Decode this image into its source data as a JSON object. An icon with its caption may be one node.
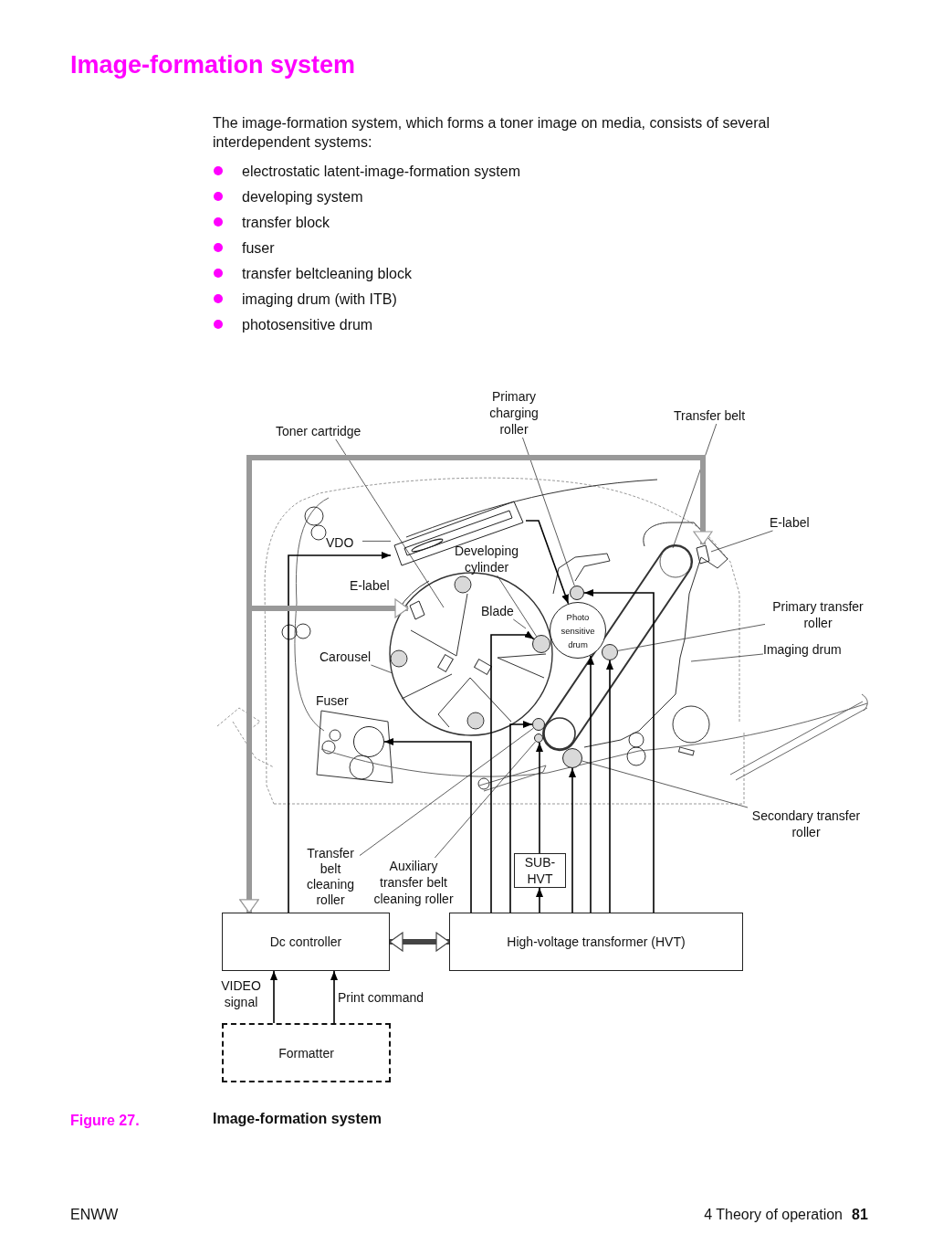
{
  "diagram": {
    "title": "Image-formation system",
    "caption": "Image-formation system",
    "nodes": [
      {
        "text": [
          "Primary charging roller"
        ]
      },
      {
        "text": [
          "Transfer belt"
        ]
      },
      {
        "text": [
          "Toner cartridge"
        ]
      },
      {
        "text": [
          "E-label"
        ]
      },
      {
        "text": [
          "VDO"
        ]
      },
      {
        "text": [
          "Developing cylinder"
        ]
      },
      {
        "text": [
          "Primary transfer roller"
        ]
      },
      {
        "text": [
          "Blade"
        ]
      },
      {
        "text": [
          "Photo sensitive drum"
        ]
      },
      {
        "text": [
          "Imaging drum"
        ]
      },
      {
        "text": [
          "Carousel"
        ]
      },
      {
        "text": [
          "Secondary transfer roller"
        ]
      },
      {
        "text": [
          "Transfer belt cleaning roller"
        ]
      },
      {
        "text": [
          "Auxiliary transfer belt cleaning roller"
        ]
      },
      {
        "text": [
          "SUB-HVT"
        ]
      },
      {
        "text": [
          "Dc controller"
        ]
      },
      {
        "text": [
          "High-voltage transformer (HVT)"
        ]
      },
      {
        "text": [
          "Formatter"
        ]
      },
      {
        "text": [],
        "shape": "box"
      },
      {
        "text": [],
        "shape": "box"
      },
      {
        "text": [],
        "shape": "circle"
      },
      {
        "text": [],
        "shape": "circle"
      },
      {
        "text": [],
        "shape": "circle"
      },
      {
        "text": [],
        "shape": "box"
      },
      {
        "text": [],
        "shape": "circle"
      },
      {
        "text": [],
        "shape": "circle"
      },
      {
        "text": [],
        "shape": "circle"
      },
      {
        "text": [],
        "shape": "circle"
      }
    ],
    "edges": [
      {
        "from": 0,
        "to": 20,
        "arrow": "none"
      },
      {
        "from": 1,
        "to": null,
        "arrow": "none"
      },
      {
        "from": 2,
        "to": null,
        "arrow": "none"
      },
      {
        "from": 3,
        "to": 23,
        "arrow": "none"
      },
      {
        "from": 4,
        "to": 18,
        "arrow": "none"
      },
      {
        "from": 5,
        "to": 21,
        "arrow": "none"
      },
      {
        "from": 6,
        "to": 22,
        "arrow": "none"
      },
      {
        "from": 7,
        "to": null,
        "arrow": "none"
      },
      {
        "from": 9,
        "to": null,
        "arrow": "none"
      },
      {
        "from": 10,
        "to": null,
        "arrow": "none"
      },
      {
        "from": 11,
        "to": 27,
        "arrow": "none"
      },
      {
        "from": 12,
        "to": 25,
        "arrow": "none"
      },
      {
        "from": 13,
        "to": 26,
        "arrow": "none"
      },
      {
        "from": 15,
        "to": 18,
        "arrow": "to"
      },
      {
        "from": 17,
        "to": 15,
        "arrow": "to",
        "label": "VIDEO signal"
      },
      {
        "from": 17,
        "to": 15,
        "arrow": "to",
        "label": "Print command"
      },
      {
        "from": 15,
        "to": 16,
        "arrow": "both",
        "style": "thick"
      },
      {
        "from": 15,
        "to": 23,
        "arrow": "both",
        "style": "thick",
        "color": "#999999"
      },
      {
        "from": 15,
        "to": 19,
        "arrow": "both",
        "style": "thick",
        "color": "#999999"
      },
      {
        "from": 16,
        "to": 24,
        "arrow": "to"
      },
      {
        "from": 16,
        "to": 21,
        "arrow": "to"
      },
      {
        "from": 16,
        "to": 25,
        "arrow": "to"
      },
      {
        "from": 16,
        "to": 14,
        "arrow": "to"
      },
      {
        "from": 14,
        "to": 26,
        "arrow": "to"
      },
      {
        "from": 16,
        "to": 27,
        "arrow": "to"
      },
      {
        "from": 16,
        "to": 8,
        "arrow": "to"
      },
      {
        "from": 16,
        "to": 22,
        "arrow": "to"
      },
      {
        "from": 16,
        "to": 20,
        "arrow": "to"
      },
      {
        "from": 18,
        "to": 8,
        "arrow": "to"
      }
    ],
    "labels": [
      "The image-formation system, which forms a toner image on media, consists of several interdependent systems:",
      "electrostatic latent-image-formation system",
      "developing system",
      "transfer block",
      "fuser",
      "transfer beltcleaning block",
      "imaging drum (with ITB)",
      "photosensitive drum",
      "E-label",
      "Fuser",
      "Figure 27.",
      "ENWW",
      "4 Theory of operation",
      "81"
    ]
  }
}
